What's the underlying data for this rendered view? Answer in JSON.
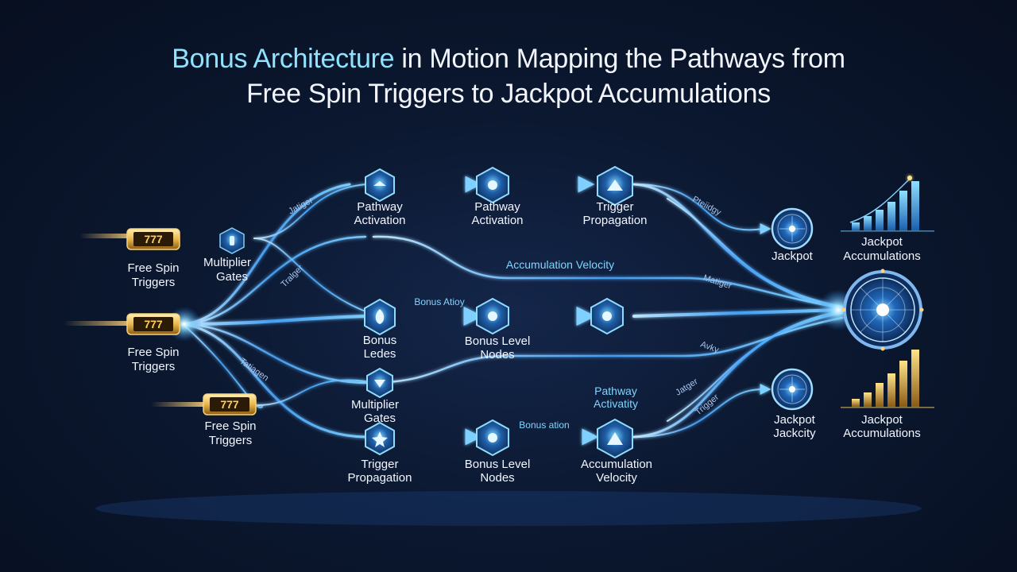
{
  "title": {
    "highlight": "Bonus Architecture",
    "line1_rest": " in Motion Mapping the Pathways from",
    "line2": "Free Spin Triggers to Jackpot Accumulations"
  },
  "colors": {
    "background": "#0b1830",
    "accent": "#5fd2ff",
    "flow": "#4aa8ff",
    "gold": "#e9b64a"
  },
  "sources": [
    {
      "line1": "Free Spin",
      "line2": "Triggers",
      "icon": "slot-reel-icon"
    },
    {
      "line1": "Free Spin",
      "line2": "Triggers",
      "icon": "slot-reel-icon"
    },
    {
      "line1": "Free Spin",
      "line2": "Triggers",
      "icon": "slot-reel-icon"
    }
  ],
  "gates": [
    {
      "line1": "Multiplier",
      "line2": "Gates"
    }
  ],
  "nodes": {
    "top": [
      {
        "line1": "Pathway",
        "line2": "Activation"
      },
      {
        "line1": "Pathway",
        "line2": "Activation"
      },
      {
        "line1": "Trigger",
        "line2": "Propagation"
      }
    ],
    "middle": [
      {
        "line1": "Bonus",
        "line2": "Ledes"
      },
      {
        "line1": "Bonus Level",
        "line2": "Nodes"
      },
      {
        "line1": "",
        "line2": ""
      }
    ],
    "lower": [
      {
        "line1": "Multiplier",
        "line2": "Gates"
      }
    ],
    "bottom": [
      {
        "line1": "Trigger",
        "line2": "Propagation"
      },
      {
        "line1": "Bonus Level",
        "line2": "Nodes"
      },
      {
        "line1": "Accumulation",
        "line2": "Velocity"
      }
    ]
  },
  "flow_labels": {
    "accumulation_velocity": "Accumulation Velocity",
    "bonus_atioy": "Bonus Atioy",
    "bonus_ation": "Bonus ation",
    "pathway_activity_1": "Pathway",
    "pathway_activity_2": "Activatity"
  },
  "curve_labels": {
    "jatiger": "Jatiger",
    "tralger": "Tralger",
    "tatiagen": "Tatiagen",
    "ptedgy": "Pteiidgy",
    "matiger": "Matiger",
    "avky": "Avky",
    "jatger": "Jatger",
    "triggen": "Trigger"
  },
  "jackpots": [
    {
      "line1": "Jackpot",
      "line2": ""
    },
    {
      "line1": "Jackpot",
      "line2": "Jackcity"
    }
  ],
  "accumulations": [
    {
      "line1": "Jackpot",
      "line2": "Accumulations",
      "color": "#4aa8ff"
    },
    {
      "line1": "Jackpot",
      "line2": "Accumulations",
      "color": "#e9b64a"
    }
  ]
}
